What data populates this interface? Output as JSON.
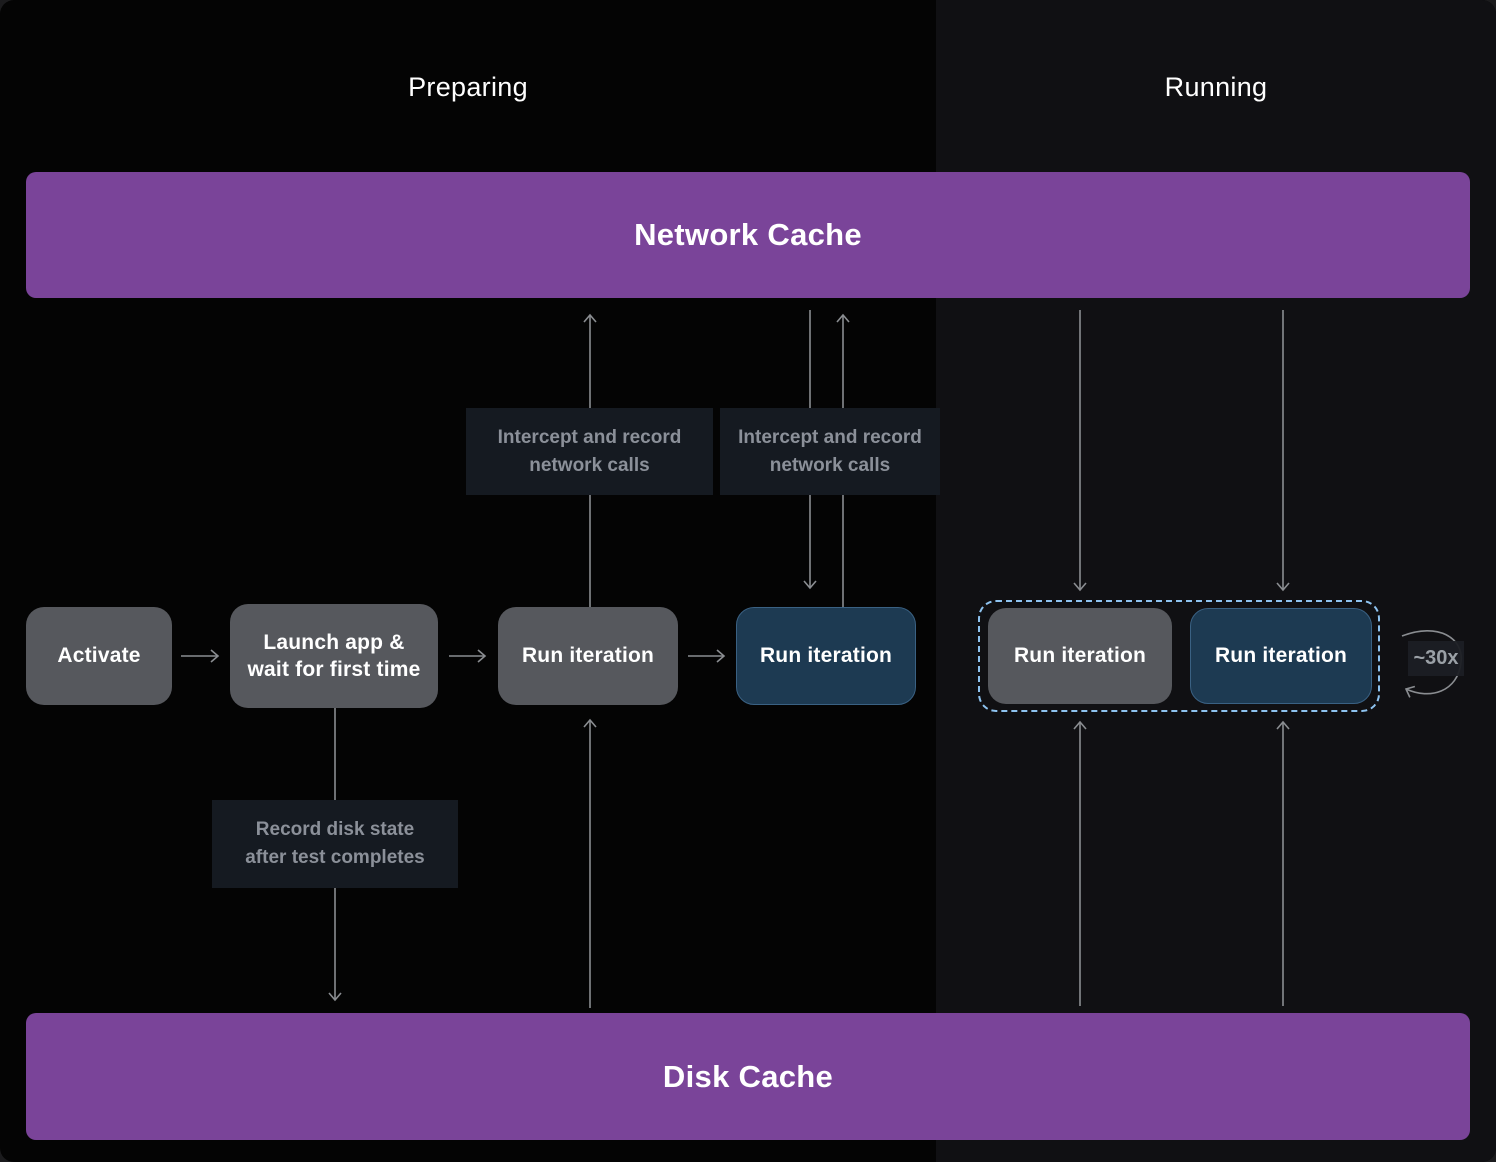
{
  "diagram": {
    "sections": [
      {
        "label": "Preparing"
      },
      {
        "label": "Running"
      }
    ],
    "cache_bars": {
      "network": "Network Cache",
      "disk": "Disk Cache"
    },
    "nodes": {
      "activate": "Activate",
      "launch_line1": "Launch app &",
      "launch_line2": "wait for first time",
      "run_iteration": "Run iteration"
    },
    "notes": {
      "intercept_line1": "Intercept and record",
      "intercept_line2": "network calls",
      "record_line1": "Record disk state",
      "record_line2": "after test completes"
    },
    "loop_label": "~30x",
    "colors": {
      "cache_purple": "#7a4499",
      "node_gray": "#56585d",
      "node_navy": "#1d3a52",
      "dashed_border_blue": "#8ec3f0",
      "arrow_gray": "#8a8d91",
      "note_bg": "#151a21",
      "note_text": "#8b9099"
    }
  }
}
